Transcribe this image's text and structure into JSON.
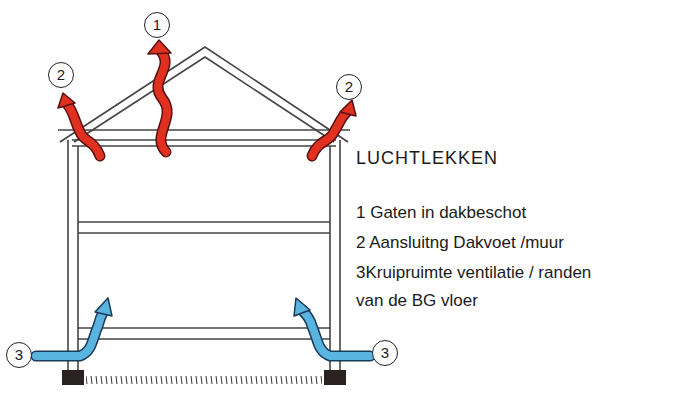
{
  "diagram": {
    "title": "LUCHTLEKKEN",
    "labels": [
      "1 Gaten in dakbeschot",
      "2 Aansluitng Dakvoet /muur",
      "3Kruipruimte ventilatie / randen van de BG vloer",
      "1",
      "2",
      "2",
      "3",
      "3"
    ]
  }
}
